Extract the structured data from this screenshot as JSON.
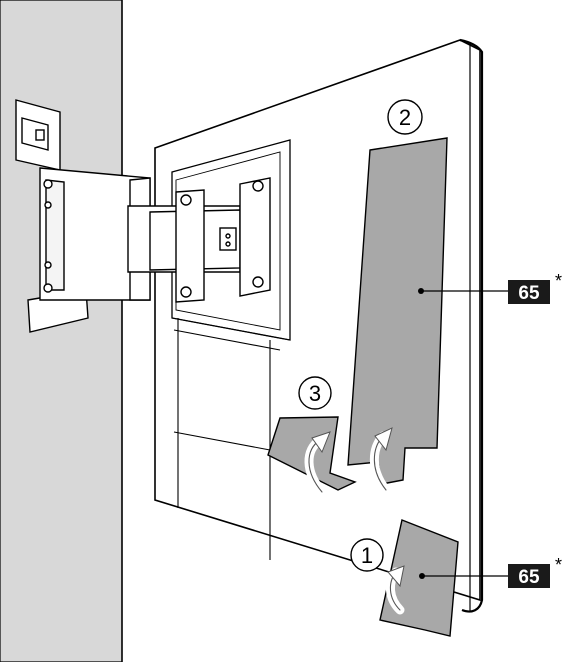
{
  "callouts": {
    "step1": "1",
    "step2": "2",
    "step3": "3"
  },
  "labels": {
    "panel_top": {
      "model": "65",
      "mark": "*"
    },
    "panel_bottom": {
      "model": "65",
      "mark": "*"
    }
  },
  "colors": {
    "wall": "#d8d8d8",
    "panel": "#a8a8a8",
    "badge": "#1a1a1a",
    "line": "#000000"
  }
}
